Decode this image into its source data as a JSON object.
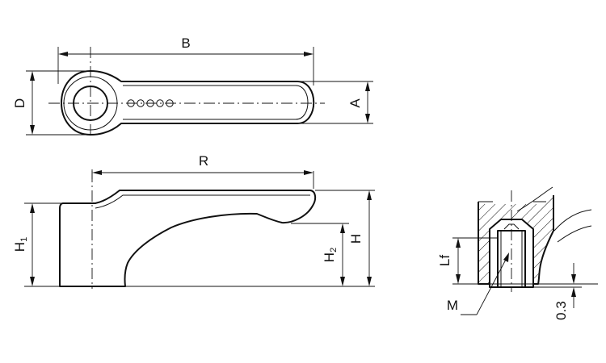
{
  "labels": {
    "B": "B",
    "D": "D",
    "A": "A",
    "R": "R",
    "H1_main": "H",
    "H1_sub": "1",
    "H2_main": "H",
    "H2_sub": "2",
    "H": "H",
    "Lf": "Lf",
    "M": "M",
    "clearance": "0.3"
  }
}
